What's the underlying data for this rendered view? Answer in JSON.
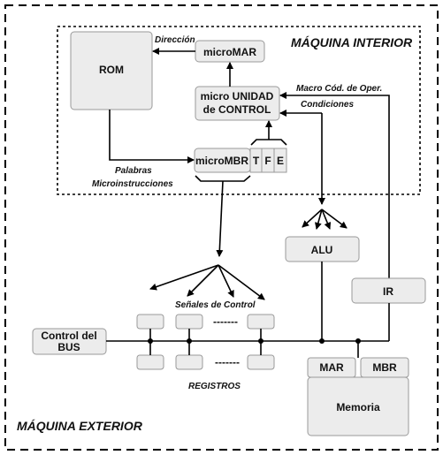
{
  "outer_label": "MÁQUINA EXTERIOR",
  "inner_label": "MÁQUINA INTERIOR",
  "rom": "ROM",
  "micro_mar": "microMAR",
  "micro_uc_line1": "micro UNIDAD",
  "micro_uc_line2": "de CONTROL",
  "micro_mbr": "microMBR",
  "tfe": [
    "T",
    "F",
    "E"
  ],
  "direccion": "Dirección",
  "macro_cod": "Macro Cód. de Oper.",
  "condiciones": "Condiciones",
  "palabras": "Palabras",
  "microinstrucciones": "Microinstrucciones",
  "alu": "ALU",
  "ir": "IR",
  "senales": "Señales de Control",
  "dashes": "-------",
  "control_bus_line1": "Control del",
  "control_bus_line2": "BUS",
  "registros": "REGISTROS",
  "mar": "MAR",
  "mbr": "MBR",
  "memoria": "Memoria"
}
